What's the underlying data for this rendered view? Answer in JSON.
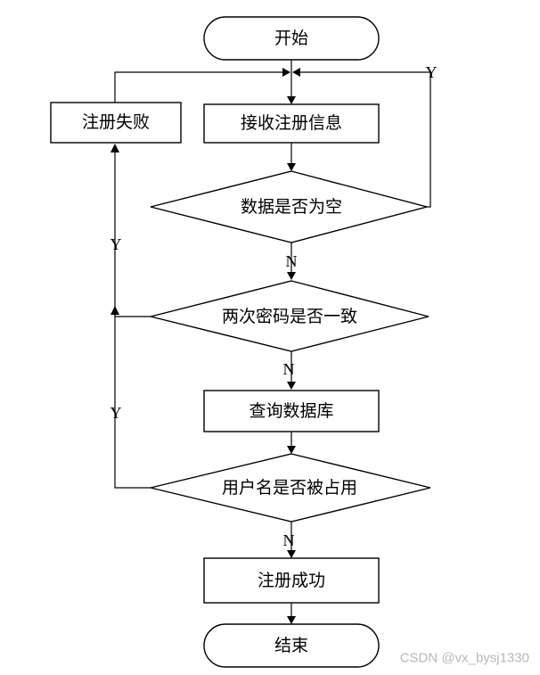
{
  "nodes": {
    "start": "开始",
    "register_failed": "注册失败",
    "receive_info": "接收注册信息",
    "data_empty": "数据是否为空",
    "passwords_match": "两次密码是否一致",
    "query_db": "查询数据库",
    "username_taken": "用户名是否被占用",
    "register_success": "注册成功",
    "end": "结束"
  },
  "labels": {
    "empty_yes": "Y",
    "empty_no": "N",
    "match_yes": "Y",
    "match_no": "N",
    "taken_yes": "Y",
    "taken_no": "N"
  },
  "watermark": "CSDN @vx_bysj1330"
}
